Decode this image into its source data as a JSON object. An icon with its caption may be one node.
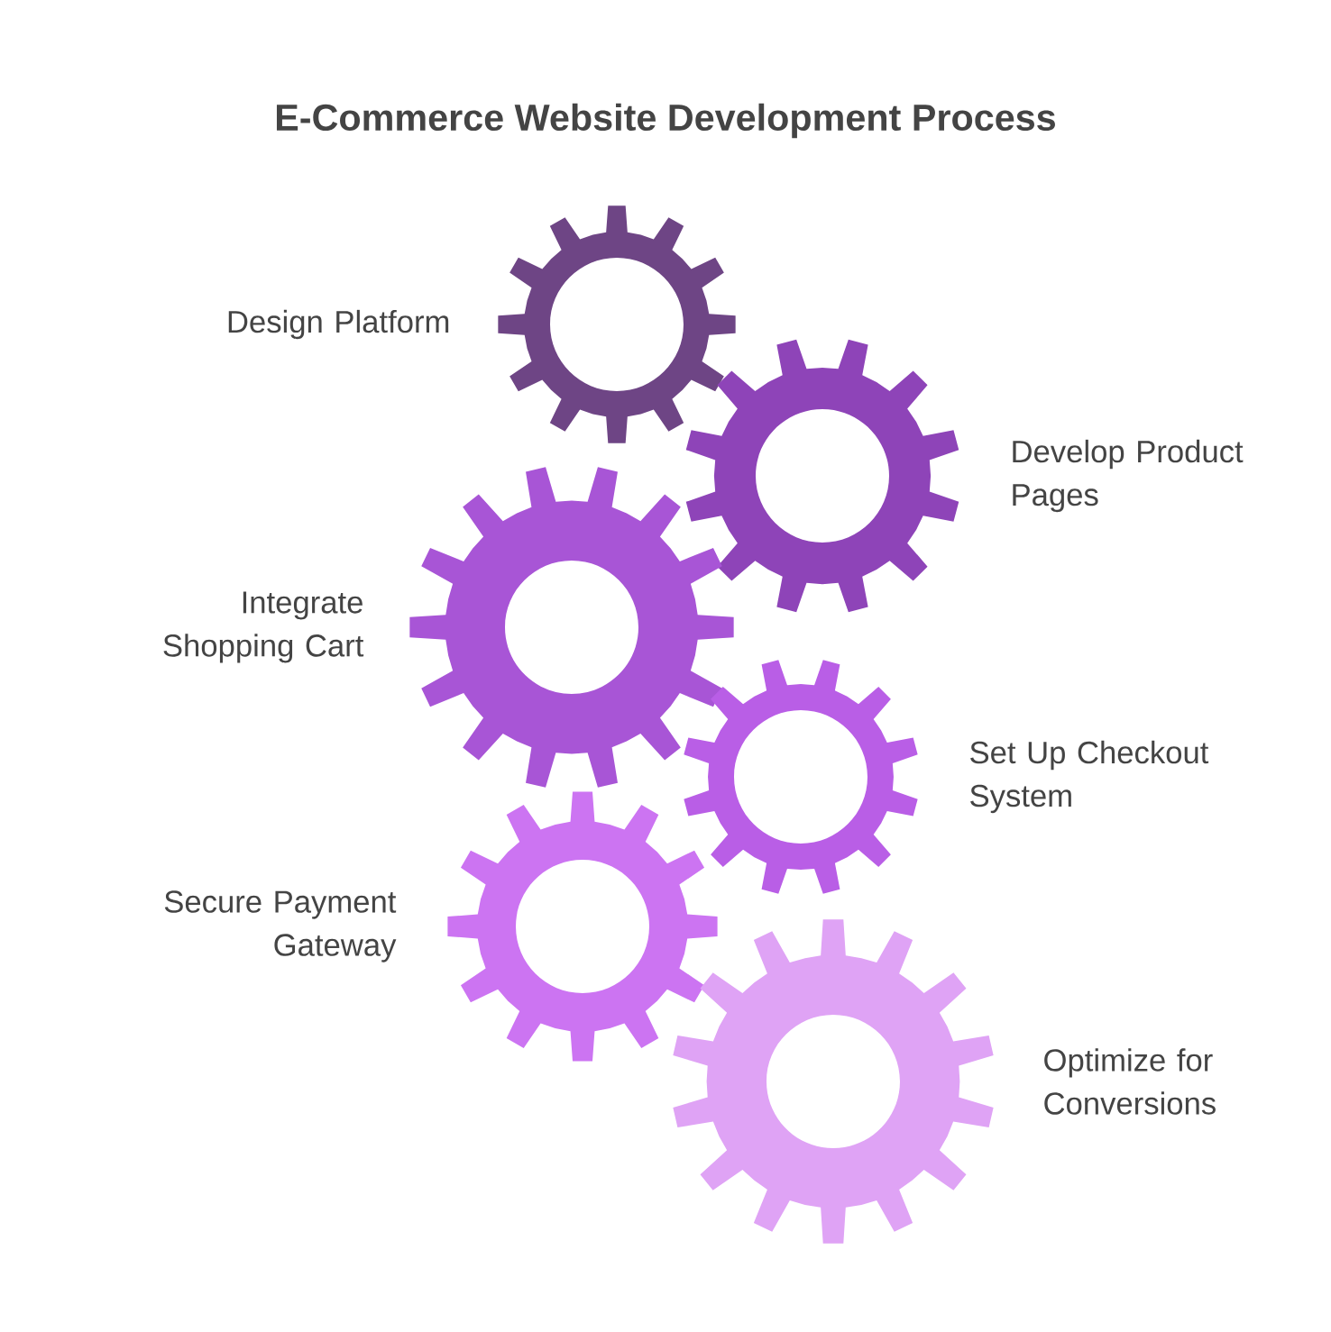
{
  "diagram": {
    "title": "E-Commerce Website Development Process",
    "nodes": [
      {
        "text": [
          "Design Platform"
        ]
      },
      {
        "text": [
          "Develop Product Pages"
        ]
      },
      {
        "text": [
          "Integrate Shopping Cart"
        ]
      },
      {
        "text": [
          "Set Up Checkout System"
        ]
      },
      {
        "text": [
          "Secure Payment Gateway"
        ]
      },
      {
        "text": [
          "Optimize for Conversions"
        ]
      }
    ],
    "edges": []
  }
}
